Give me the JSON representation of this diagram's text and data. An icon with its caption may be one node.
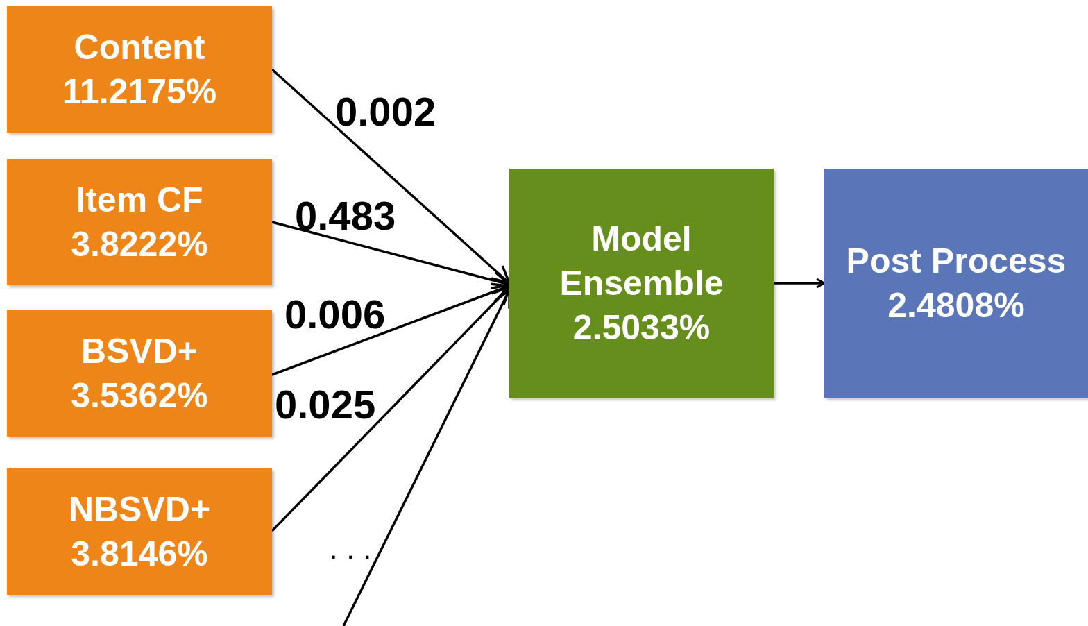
{
  "diagram": {
    "nodes": [
      {
        "text": [
          "Content",
          "11.2175%"
        ]
      },
      {
        "text": [
          "Item CF",
          "3.8222%"
        ]
      },
      {
        "text": [
          "BSVD+",
          "3.5362%"
        ]
      },
      {
        "text": [
          "NBSVD+",
          "3.8146%"
        ]
      },
      {
        "text": [
          "Model Ensemble",
          "2.5033%"
        ]
      },
      {
        "text": [
          "Post Process",
          "2.4808%"
        ]
      }
    ],
    "edges": [
      {
        "from": 0,
        "to": 4,
        "arrow": "to",
        "label": "0.002"
      },
      {
        "from": 1,
        "to": 4,
        "arrow": "to",
        "label": "0.483"
      },
      {
        "from": 2,
        "to": 4,
        "arrow": "to",
        "label": "0.006"
      },
      {
        "from": 3,
        "to": 4,
        "arrow": "to",
        "label": "0.025"
      },
      {
        "from": null,
        "to": 4,
        "arrow": "to"
      },
      {
        "from": 4,
        "to": 5,
        "arrow": "to"
      }
    ],
    "labels": [
      "· · ·"
    ]
  }
}
